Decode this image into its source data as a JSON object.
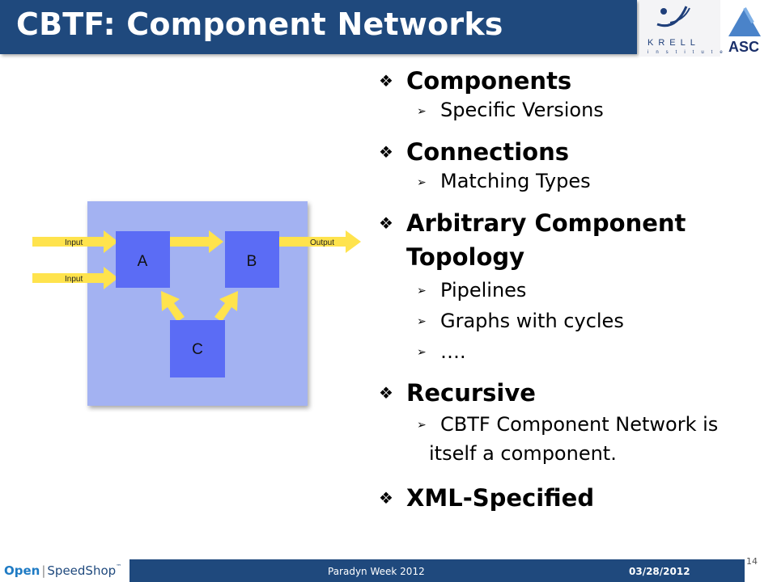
{
  "title": "CBTF: Component Networks",
  "logos": {
    "krell": "KRELL",
    "krell_sub": "institute",
    "asc": "ASC"
  },
  "diagram": {
    "nodes": [
      "A",
      "B",
      "C"
    ],
    "labels": {
      "input1": "Input",
      "input2": "Input",
      "output": "Output"
    }
  },
  "bullets": [
    {
      "text": "Components",
      "sub": [
        "Specific Versions"
      ]
    },
    {
      "text": "Connections",
      "sub": [
        "Matching Types"
      ]
    },
    {
      "text_lines": [
        "Arbitrary Component",
        "Topology"
      ],
      "sub": [
        "Pipelines",
        "Graphs with cycles",
        "…."
      ]
    },
    {
      "text": "Recursive",
      "sub_lines": [
        "CBTF Component Network is",
        "itself a component."
      ]
    },
    {
      "text": "XML-Specified"
    }
  ],
  "footer": {
    "logo_open": "Open",
    "logo_sep": "|",
    "logo_speedshop": "SpeedShop",
    "logo_tm": "™",
    "center": "Paradyn Week 2012",
    "date": "03/28/2012",
    "slide_number": "14"
  },
  "colors": {
    "title_bg": "#1f497d",
    "diagram_bg": "#a3b2f2",
    "node": "#5b6cf5",
    "arrow": "#ffe34d"
  }
}
